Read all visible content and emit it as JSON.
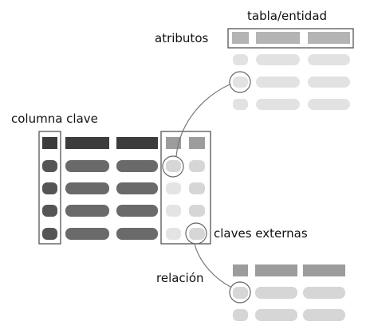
{
  "labels": {
    "tabla": "tabla/entidad",
    "atributos": "atributos",
    "columna_clave": "columna clave",
    "claves_externas": "claves externas",
    "relacion": "relación"
  },
  "colors": {
    "dark_header": "#3c3c3c",
    "dark_key": "#555555",
    "dark_pill": "#6a6a6a",
    "mid_header": "#9c9c9c",
    "light_header": "#b4b4b4",
    "light_pill": "#d6d6d6",
    "faint_pill": "#e4e4e4",
    "outline": "#555555",
    "connector": "#777777"
  }
}
